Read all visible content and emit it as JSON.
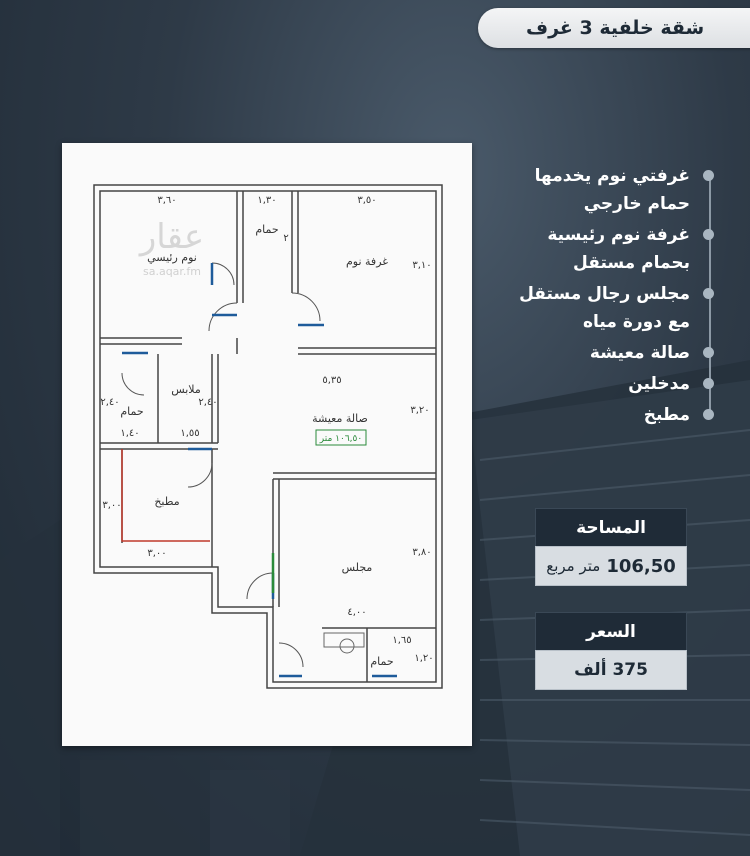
{
  "title": "شقة خلفية 3 غرف",
  "features": [
    {
      "lines": [
        "غرفتي نوم يخدمها",
        "حمام خارجي"
      ]
    },
    {
      "lines": [
        "غرفة نوم رئيسية",
        "بحمام مستقل"
      ]
    },
    {
      "lines": [
        "مجلس رجال مستقل",
        "مع دورة مياه"
      ]
    },
    {
      "lines": [
        "صالة معيشة"
      ]
    },
    {
      "lines": [
        "مدخلين"
      ]
    },
    {
      "lines": [
        "مطبخ"
      ]
    }
  ],
  "area": {
    "label": "المساحة",
    "value": "106,50",
    "unit": "متر مربع"
  },
  "price": {
    "label": "السعر",
    "value": "375 ألف"
  },
  "plan": {
    "watermark": "عقار",
    "watermark_url": "sa.aqar.fm",
    "rooms": {
      "master_bedroom": "نوم رئيسي",
      "bedroom": "غرفة نوم",
      "bath_top": "حمام",
      "bath_left": "حمام",
      "closet": "ملابس",
      "living": "صالة معيشة",
      "living_area": "١٠٦,٥٠ متر",
      "kitchen": "مطبخ",
      "majlis": "مجلس",
      "bath_bottom": "حمام"
    },
    "dimensions": {
      "d1": "٣,٦٠",
      "d2": "١,٣٠",
      "d3": "٣,٥٠",
      "d4": "٣,١٠",
      "d5": "٢",
      "d6": "٥,٣٥",
      "d7": "٣,٢٠",
      "d8": "٢,٤٠",
      "d9": "٢,٤٠",
      "d10": "١,٤٠",
      "d11": "١,٥٥",
      "d12": "٣,٠٠",
      "d13": "٣,٠٠",
      "d14": "٣,٨٠",
      "d15": "٤,٠٠",
      "d16": "١,٦٥",
      "d17": "١,٢٠"
    }
  }
}
